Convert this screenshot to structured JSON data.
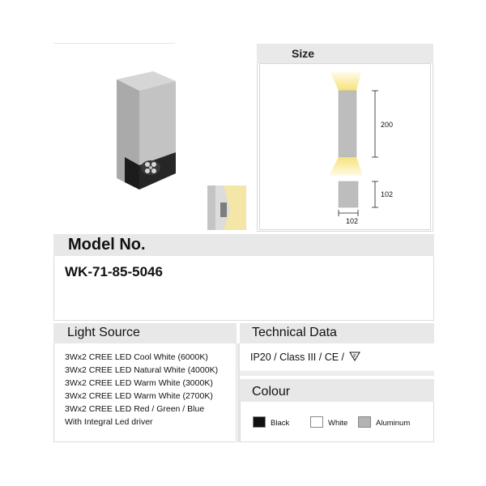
{
  "size": {
    "title": "Size",
    "dim_height": "200",
    "dim_small_height": "102",
    "dim_width": "102"
  },
  "model": {
    "title": "Model No.",
    "value": "WK-71-85-5046"
  },
  "light_source": {
    "title": "Light Source",
    "lines": [
      "3Wx2 CREE LED Cool White (6000K)",
      "3Wx2 CREE LED Natural White (4000K)",
      "3Wx2 CREE LED Warm White (3000K)",
      "3Wx2 CREE LED Warm White (2700K)",
      "3Wx2 CREE LED Red / Green / Blue",
      "With Integral Led driver"
    ]
  },
  "technical": {
    "title": "Technical Data",
    "value": "IP20 / Class III / CE /",
    "mark": "F"
  },
  "colour": {
    "title": "Colour",
    "options": [
      {
        "label": "Black",
        "color": "#111111"
      },
      {
        "label": "White",
        "color": "#ffffff"
      },
      {
        "label": "Aluminum",
        "color": "#b3b3b3"
      }
    ]
  }
}
